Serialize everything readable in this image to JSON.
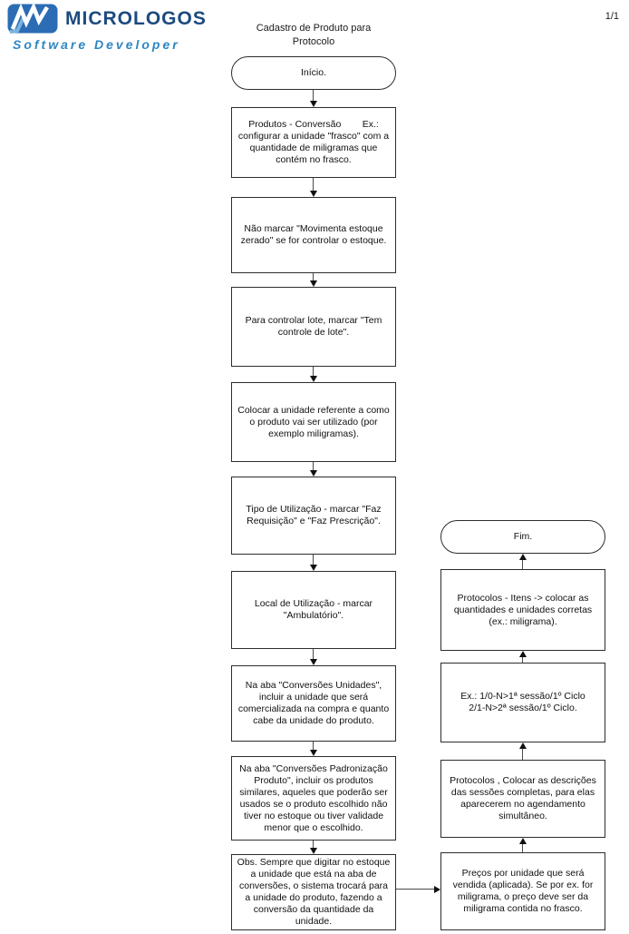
{
  "header": {
    "logo": {
      "brand": "MICROLOGOS",
      "tagline": "Software Developer"
    },
    "title": "Cadastro de Produto para\nProtocolo",
    "page_number": "1/1"
  },
  "colors": {
    "brand_navy": "#1c4a7e",
    "brand_blue": "#2e86c1",
    "box_border": "#2d2d2d",
    "connector": "#4a4a4a"
  },
  "flow": {
    "start_label": "Início.",
    "end_label": "Fim.",
    "left_steps": [
      "Produtos - Conversão        Ex.:\nconfigurar a unidade \"frasco\" com a quantidade de miligramas que contém no frasco.",
      "Não marcar \"Movimenta estoque zerado\" se for controlar o estoque.",
      "Para controlar lote, marcar \"Tem controle de lote\".",
      "Colocar a unidade referente a como o produto vai ser utilizado (por exemplo miligramas).",
      "Tipo de Utilização - marcar \"Faz Requisição\" e \"Faz Prescrição\".",
      "Local de Utilização - marcar \"Ambulatório\".",
      "Na aba \"Conversões Unidades\", incluir a unidade que será comercializada na compra e quanto cabe da unidade do produto.",
      "Na aba \"Conversões Padronização Produto\", incluir os produtos similares, aqueles que poderão ser usados se o produto escolhido não tiver no estoque ou tiver validade menor que o escolhido.",
      "Obs. Sempre que digitar no estoque a unidade que está na aba de conversões, o sistema trocará para a unidade do produto, fazendo a conversão da quantidade da unidade."
    ],
    "right_steps": [
      "Protocolos - Itens -> colocar as quantidades e unidades corretas (ex.: miligrama).",
      "Ex.: 1/0-N>1ª sessão/1º Ciclo\n2/1-N>2ª sessão/1º Ciclo.",
      "Protocolos , Colocar as descrições das sessões completas, para elas aparecerem no agendamento simultâneo.",
      "Preços por unidade que será vendida (aplicada). Se por ex. for miligrama, o preço deve ser da miligrama contida no frasco."
    ]
  }
}
